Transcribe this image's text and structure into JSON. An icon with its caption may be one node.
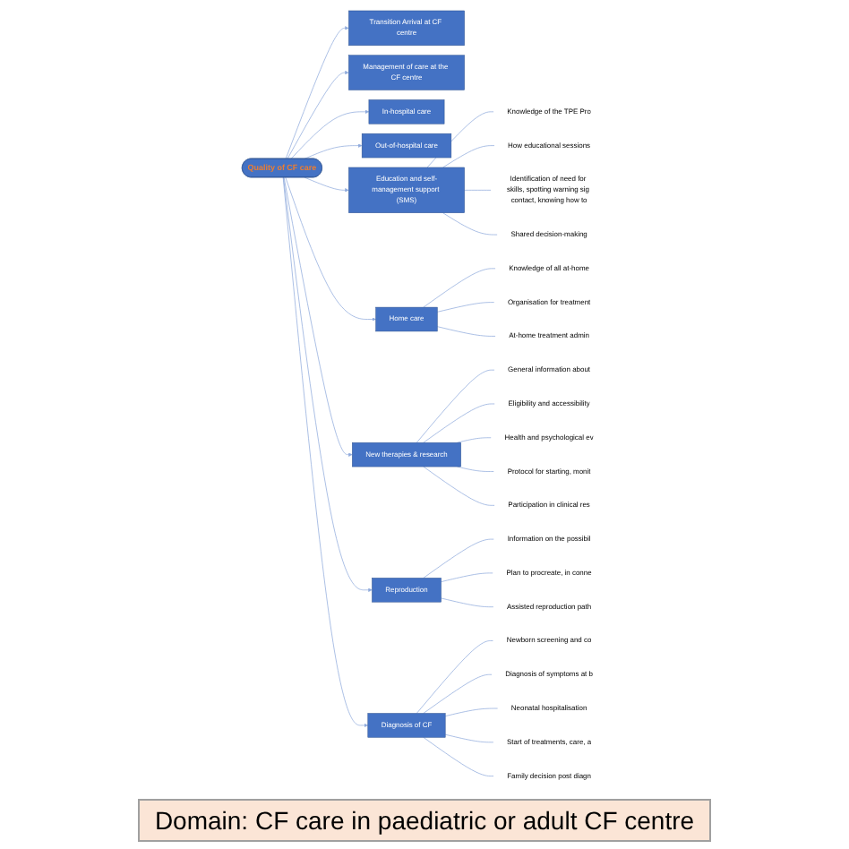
{
  "diagram": {
    "nodes": [
      {
        "text": [
          "Quality of CF care"
        ]
      },
      {
        "text": [
          "Transition Arrival at CF centre"
        ]
      },
      {
        "text": [
          "Management of care at the CF centre"
        ]
      },
      {
        "text": [
          "In-hospital care"
        ]
      },
      {
        "text": [
          "Out-of-hospital care"
        ]
      },
      {
        "text": [
          "Education and self-management support (SMS)"
        ]
      },
      {
        "text": [
          "Home care"
        ]
      },
      {
        "text": [
          "New therapies & research"
        ]
      },
      {
        "text": [
          "Reproduction"
        ]
      },
      {
        "text": [
          "Diagnosis of CF"
        ]
      },
      {
        "text": [
          "Knowledge of the TPE Pro"
        ]
      },
      {
        "text": [
          "How educational sessions"
        ]
      },
      {
        "text": [
          "Identification of need for skills, spotting warning sig contact, knowing how to"
        ]
      },
      {
        "text": [
          "Shared decision-making"
        ]
      },
      {
        "text": [
          "Knowledge of all at-home"
        ]
      },
      {
        "text": [
          "Organisation for treatment"
        ]
      },
      {
        "text": [
          "At-home treatment admin"
        ]
      },
      {
        "text": [
          "General information about"
        ]
      },
      {
        "text": [
          "Eligibility and accessibility"
        ]
      },
      {
        "text": [
          "Health and psychological ev"
        ]
      },
      {
        "text": [
          "Protocol for starting, monit"
        ]
      },
      {
        "text": [
          "Participation in clinical res"
        ]
      },
      {
        "text": [
          "Information on the possibil"
        ]
      },
      {
        "text": [
          "Plan to procreate, in conne"
        ]
      },
      {
        "text": [
          "Assisted reproduction path"
        ]
      },
      {
        "text": [
          "Newborn screening and co"
        ]
      },
      {
        "text": [
          "Diagnosis of symptoms at b"
        ]
      },
      {
        "text": [
          "Neonatal hospitalisation"
        ]
      },
      {
        "text": [
          "Start of treatments, care, a"
        ]
      },
      {
        "text": [
          "Family decision post diagn"
        ]
      }
    ],
    "edges": [
      {
        "from": 0,
        "to": 1,
        "arrow": "to"
      },
      {
        "from": 0,
        "to": 2,
        "arrow": "to"
      },
      {
        "from": 0,
        "to": 3,
        "arrow": "to"
      },
      {
        "from": 0,
        "to": 4,
        "arrow": "to"
      },
      {
        "from": 0,
        "to": 5,
        "arrow": "to"
      },
      {
        "from": 0,
        "to": 6,
        "arrow": "to"
      },
      {
        "from": 0,
        "to": 7,
        "arrow": "to"
      },
      {
        "from": 0,
        "to": 8,
        "arrow": "to"
      },
      {
        "from": 0,
        "to": 9,
        "arrow": "to"
      },
      {
        "from": 5,
        "to": 10,
        "arrow": "none"
      },
      {
        "from": 5,
        "to": 11,
        "arrow": "none"
      },
      {
        "from": 5,
        "to": 12,
        "arrow": "none"
      },
      {
        "from": 5,
        "to": 13,
        "arrow": "none"
      },
      {
        "from": 6,
        "to": 14,
        "arrow": "none"
      },
      {
        "from": 6,
        "to": 15,
        "arrow": "none"
      },
      {
        "from": 6,
        "to": 16,
        "arrow": "none"
      },
      {
        "from": 7,
        "to": 17,
        "arrow": "none"
      },
      {
        "from": 7,
        "to": 18,
        "arrow": "none"
      },
      {
        "from": 7,
        "to": 19,
        "arrow": "none"
      },
      {
        "from": 7,
        "to": 20,
        "arrow": "none"
      },
      {
        "from": 7,
        "to": 21,
        "arrow": "none"
      },
      {
        "from": 8,
        "to": 22,
        "arrow": "none"
      },
      {
        "from": 8,
        "to": 23,
        "arrow": "none"
      },
      {
        "from": 8,
        "to": 24,
        "arrow": "none"
      },
      {
        "from": 9,
        "to": 25,
        "arrow": "none"
      },
      {
        "from": 9,
        "to": 26,
        "arrow": "none"
      },
      {
        "from": 9,
        "to": 27,
        "arrow": "none"
      },
      {
        "from": 9,
        "to": 28,
        "arrow": "none"
      },
      {
        "from": 9,
        "to": 29,
        "arrow": "none"
      }
    ],
    "labels": [
      "Domain: CF care in paediatric or adult CF centre"
    ]
  }
}
